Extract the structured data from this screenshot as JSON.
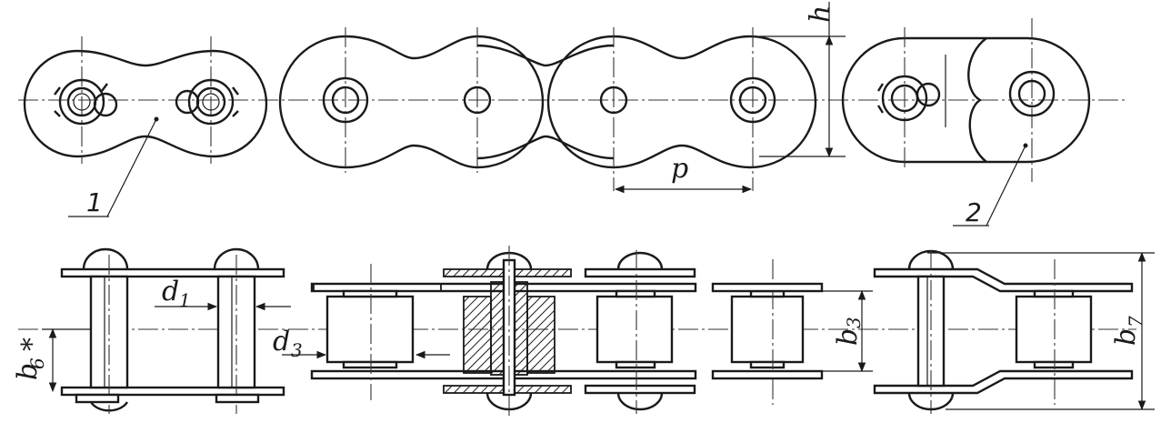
{
  "labels": {
    "part_1": "1",
    "part_2": "2",
    "pitch": "p",
    "height": "h",
    "d1": "d",
    "d1_sub": "1",
    "d3": "d",
    "d3_sub": "3",
    "b3": "b",
    "b3_sub": "3",
    "b6": "b",
    "b6_sub": "6",
    "b6_mark": "*",
    "b7": "b",
    "b7_sub": "7"
  }
}
